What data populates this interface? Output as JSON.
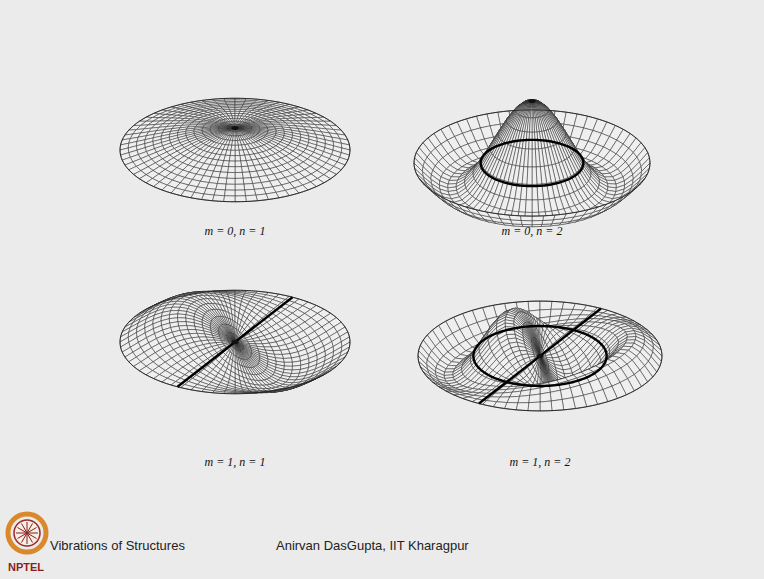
{
  "diagram": {
    "labels": [
      "m = 0, n = 1",
      "m = 0, n = 2",
      "m = 1, n = 1",
      "m = 1, n = 2",
      "Vibrations of Structures",
      "Anirvan DasGupta, IIT Kharagpur",
      "NPTEL"
    ]
  }
}
